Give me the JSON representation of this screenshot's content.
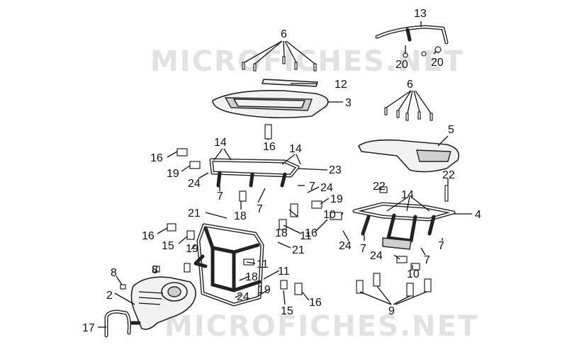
{
  "watermark": "MICROFICHES.NET",
  "callouts": [
    {
      "label": "6"
    },
    {
      "label": "13"
    },
    {
      "label": "20"
    },
    {
      "label": "20"
    },
    {
      "label": "12"
    },
    {
      "label": "3"
    },
    {
      "label": "6"
    },
    {
      "label": "16"
    },
    {
      "label": "5"
    },
    {
      "label": "14"
    },
    {
      "label": "14"
    },
    {
      "label": "16"
    },
    {
      "label": "19"
    },
    {
      "label": "24"
    },
    {
      "label": "23"
    },
    {
      "label": "7"
    },
    {
      "label": "7"
    },
    {
      "label": "7"
    },
    {
      "label": "24"
    },
    {
      "label": "22"
    },
    {
      "label": "22"
    },
    {
      "label": "14"
    },
    {
      "label": "18"
    },
    {
      "label": "19"
    },
    {
      "label": "21"
    },
    {
      "label": "4"
    },
    {
      "label": "16"
    },
    {
      "label": "10"
    },
    {
      "label": "18"
    },
    {
      "label": "16"
    },
    {
      "label": "11"
    },
    {
      "label": "15"
    },
    {
      "label": "21"
    },
    {
      "label": "19"
    },
    {
      "label": "7"
    },
    {
      "label": "24"
    },
    {
      "label": "7"
    },
    {
      "label": "24"
    },
    {
      "label": "7"
    },
    {
      "label": "8"
    },
    {
      "label": "8"
    },
    {
      "label": "11"
    },
    {
      "label": "11"
    },
    {
      "label": "18"
    },
    {
      "label": "10"
    },
    {
      "label": "2"
    },
    {
      "label": "24"
    },
    {
      "label": "19"
    },
    {
      "label": "9"
    },
    {
      "label": "16"
    },
    {
      "label": "15"
    },
    {
      "label": "17"
    }
  ]
}
